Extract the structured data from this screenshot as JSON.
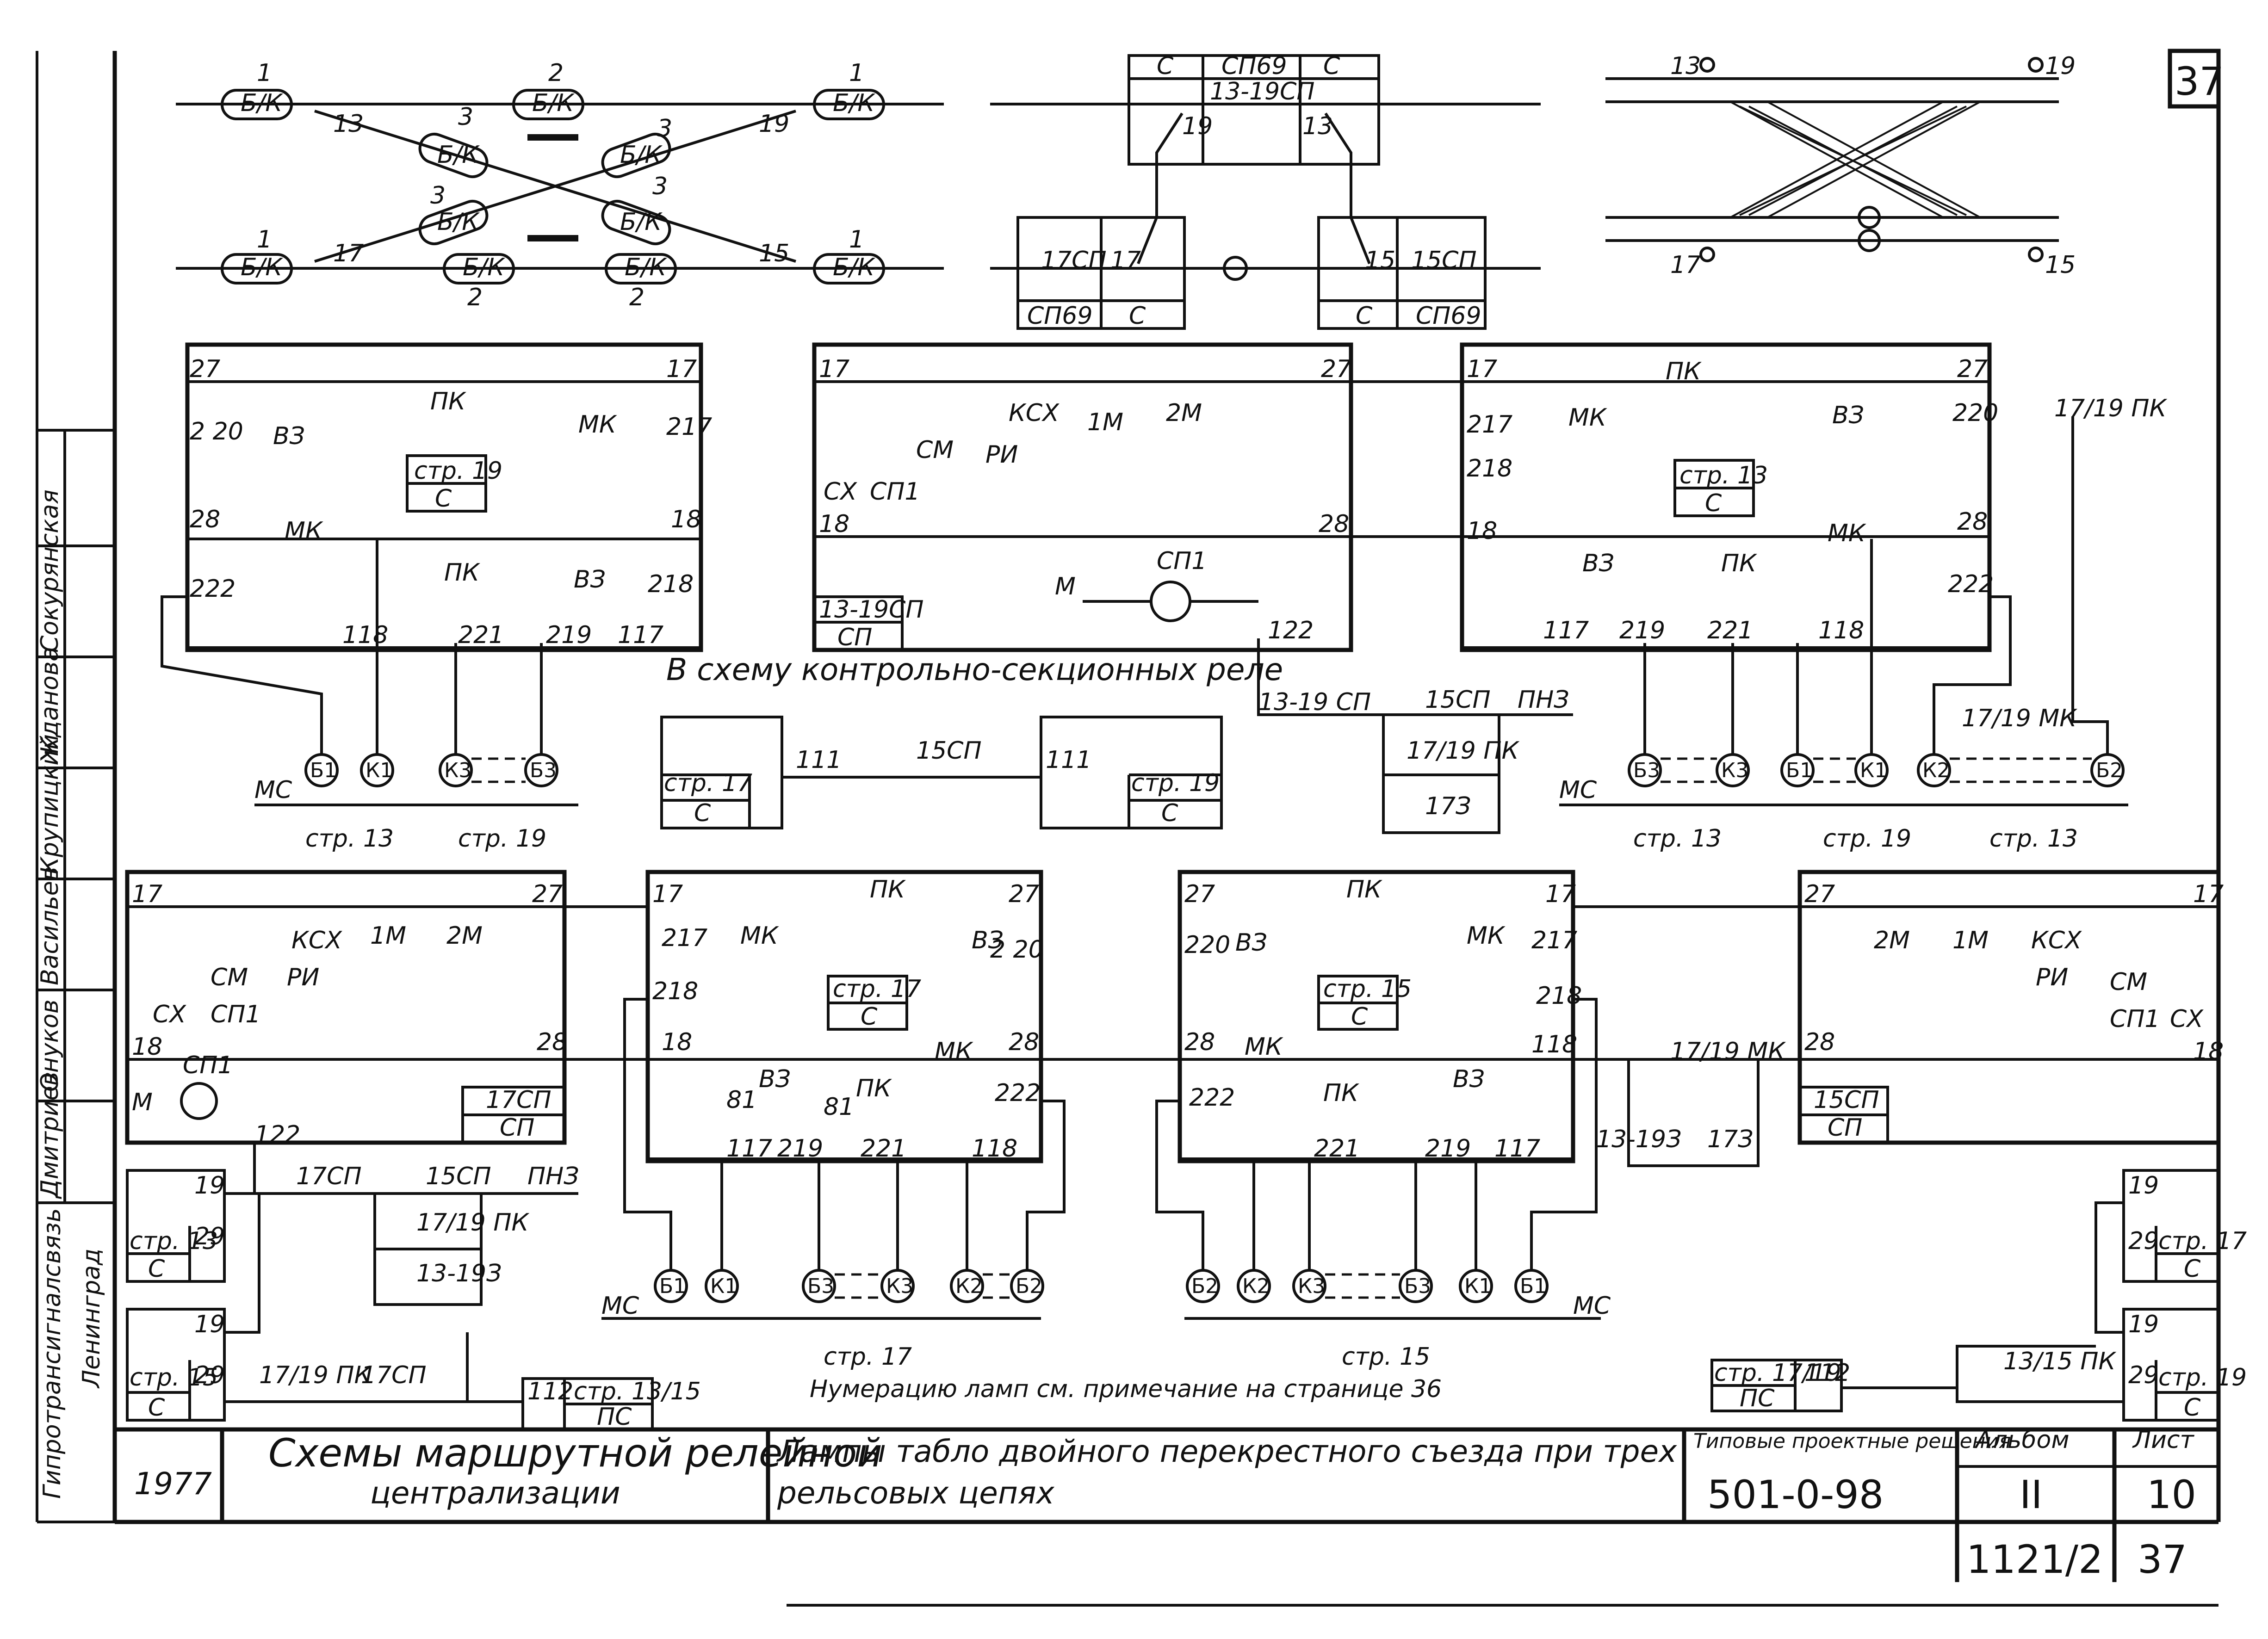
{
  "sheet": {
    "corner_number": "37",
    "bottom_stamp": "1121/2",
    "bottom_sheet": "37"
  },
  "side_strip": {
    "organization": "Гипротрансигналсвязь",
    "city": "Ленинград",
    "names": [
      "Дмитриев",
      "Онуков",
      "Васильев",
      "Крупицкий",
      "Жданова",
      "Сокурянская"
    ]
  },
  "title_block": {
    "year": "1977",
    "scheme_title_line1": "Схемы маршрутной релейной",
    "scheme_title_line2": "централизации",
    "description_line1": "Лампы табло двойного перекрестного съезда при трех",
    "description_line2": "рельсовых цепях",
    "typical_label": "Типовые проектные решения",
    "typical_code": "501-0-98",
    "album_label": "Альбом",
    "album_value": "II",
    "sheet_label": "Лист",
    "sheet_value": "10"
  },
  "notes": {
    "lamp_numbering": "Нумерацию ламп см. примечание на странице 36",
    "to_control_relays": "В схему контрольно-секционных реле"
  },
  "labels": {
    "bk": "Б/К",
    "c": "С",
    "sp": "СП",
    "ps": "ПС",
    "ms": "МС",
    "pk": "ПК",
    "mk": "МК",
    "vz": "ВЗ",
    "ksx": "КСХ",
    "sm": "СМ",
    "ri": "РИ",
    "sx": "СХ",
    "sp1": "СП1",
    "m1": "1М",
    "m2": "2М",
    "m": "М",
    "pnz": "ПНЗ",
    "sp69": "СП69",
    "sp13_19": "13-19СП",
    "sp13_19b": "13-19 СП",
    "sp15": "15СП",
    "sp17": "17СП",
    "pk17_19": "17/19 ПК",
    "mk17_19": "17/19 МК",
    "z17": "17З",
    "z13_19": "13-19З",
    "pk13_15": "13/15 ПК",
    "str13": "стр. 13",
    "str15": "стр. 15",
    "str17": "стр. 17",
    "str19": "стр. 19",
    "str13_15": "стр. 13/15",
    "str17_19": "стр. 17/19",
    "b1": "Б1",
    "k1": "К1",
    "b2": "Б2",
    "k2": "К2",
    "b3": "Б3",
    "k3": "К3"
  }
}
